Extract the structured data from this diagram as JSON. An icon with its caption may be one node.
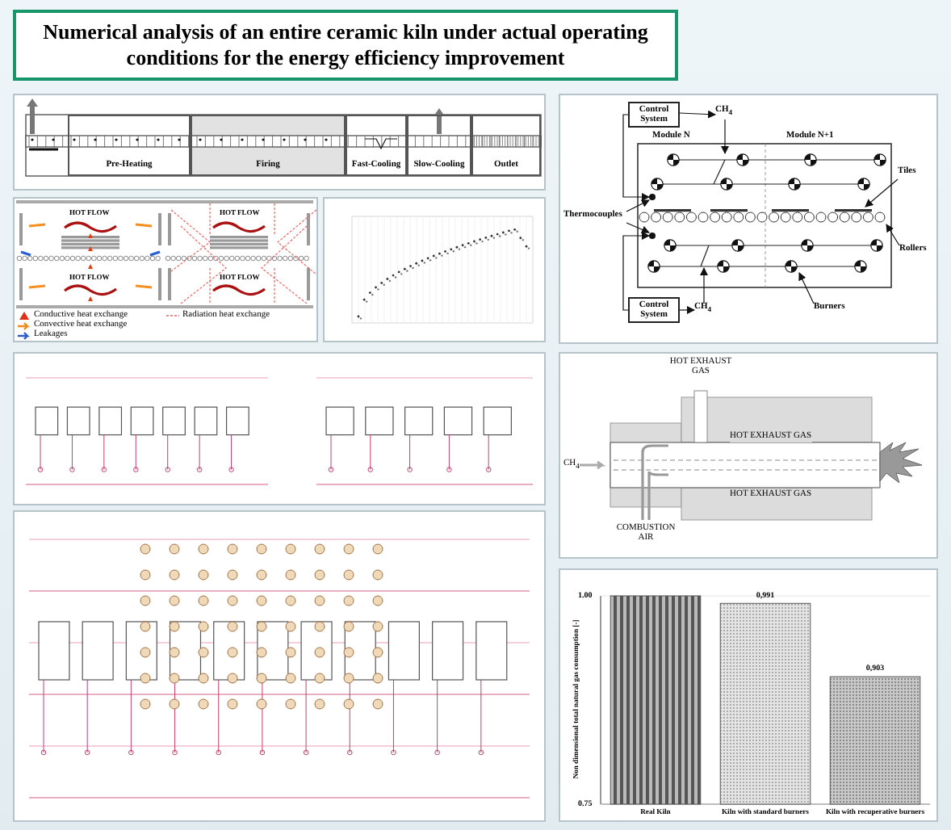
{
  "diagram": {
    "title": "Numerical analysis of an entire ceramic kiln under actual operating conditions for the energy efficiency improvement",
    "nodes": [
      {
        "text": [
          "Pre-Heating"
        ]
      },
      {
        "text": [
          "Firing"
        ]
      },
      {
        "text": [
          "Fast-Cooling"
        ]
      },
      {
        "text": [
          "Slow-Cooling"
        ]
      },
      {
        "text": [
          "Outlet"
        ]
      },
      {
        "text": [
          "HOT FLOW"
        ]
      },
      {
        "text": [
          "HOT FLOW"
        ]
      },
      {
        "text": [
          "HOT FLOW"
        ]
      },
      {
        "text": [
          "HOT FLOW"
        ]
      },
      {
        "text": [
          "Control System"
        ]
      },
      {
        "text": [
          "CH$_{4}$"
        ]
      },
      {
        "text": [
          "Thermocouples"
        ]
      },
      {
        "text": [
          "Tiles"
        ]
      },
      {
        "text": [
          "Rollers"
        ]
      },
      {
        "text": [
          "Burners"
        ]
      },
      {
        "text": [
          "Control System"
        ]
      },
      {
        "text": [
          "CH$_{4}$"
        ]
      },
      {
        "text": [],
        "shape": "circle"
      },
      {
        "text": [],
        "shape": "circle"
      }
    ],
    "edges": [
      {
        "from": 9,
        "to": 10,
        "arrow": "to"
      },
      {
        "from": 10,
        "to": null,
        "arrow": "to"
      },
      {
        "from": 9,
        "to": 17,
        "arrow": "to"
      },
      {
        "from": 11,
        "to": 17,
        "arrow": "to"
      },
      {
        "from": 11,
        "to": 18,
        "arrow": "to"
      },
      {
        "from": 12,
        "to": null,
        "arrow": "to"
      },
      {
        "from": 13,
        "to": null,
        "arrow": "to"
      },
      {
        "from": 14,
        "to": null,
        "arrow": "to"
      },
      {
        "from": 15,
        "to": 16,
        "arrow": "to"
      },
      {
        "from": 16,
        "to": null,
        "arrow": "to"
      },
      {
        "from": 15,
        "to": 18,
        "arrow": "to"
      }
    ],
    "labels": [
      "Module N",
      "Module N+1",
      "HOT EXHAUST GAS",
      "HOT EXHAUST GAS",
      "HOT EXHAUST GAS",
      "CH$_{4}$",
      "COMBUSTION AIR"
    ],
    "legend": [
      {
        "text": "Conductive heat exchange"
      },
      {
        "text": "Convective heat exchange"
      },
      {
        "text": "Leakages"
      },
      {
        "text": "Radiation heat exchange"
      }
    ],
    "chart_data": {
      "type": "bar",
      "ylabel": "Non dimensional total natural gas consumption [-]",
      "categories": [
        "Real Kiln",
        "Kiln with standard burners",
        "Kiln with recuperative burners"
      ],
      "values": [
        1.0,
        0.991,
        0.903
      ],
      "ylim": [
        0.75,
        1.0
      ],
      "yticks": [
        {
          "value": 0.75,
          "label": "0.75"
        },
        {
          "value": 1.0,
          "label": "1.00"
        }
      ],
      "value_labels": [
        null,
        "0,991",
        "0,903"
      ]
    }
  }
}
